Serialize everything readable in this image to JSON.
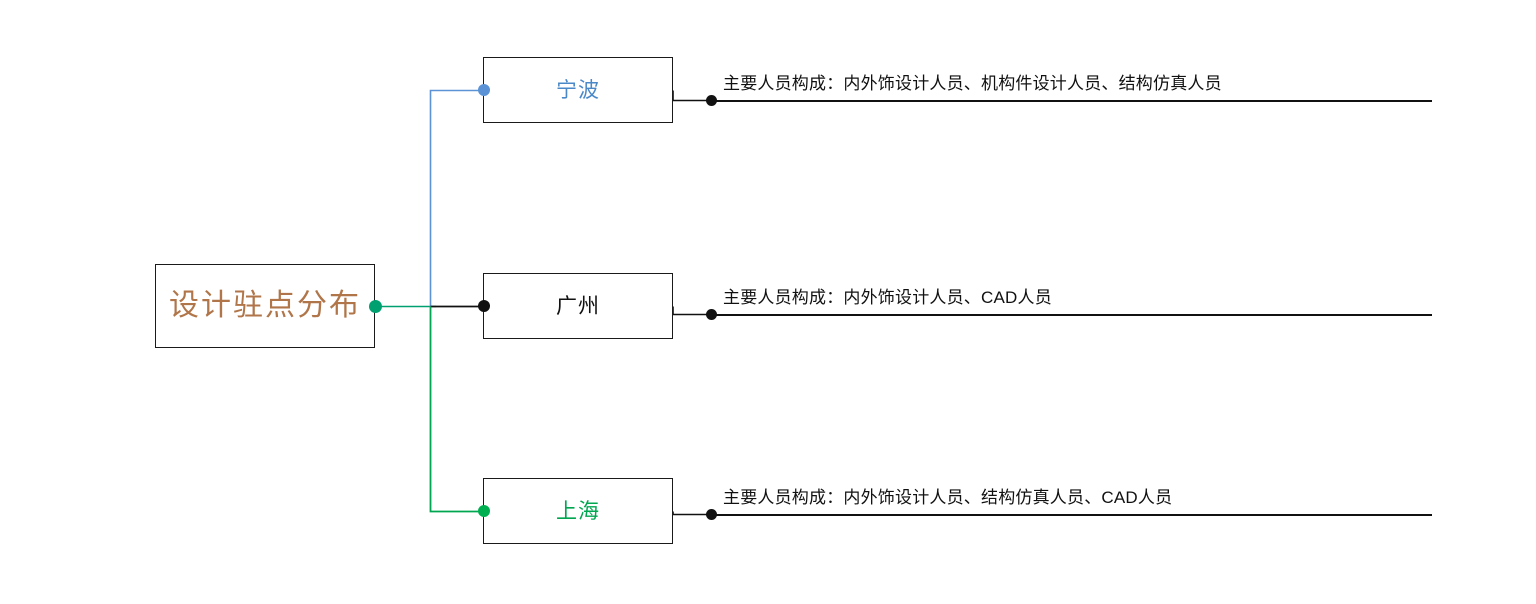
{
  "diagram": {
    "type": "mindmap",
    "title": "设计驻点分布",
    "root": {
      "label": "设计驻点分布",
      "text_color": "#b0764a",
      "border_color": "#1a1a1a",
      "connector_dot_color": "#00a070"
    },
    "branches": [
      {
        "label": "宁波",
        "text_color": "#4a88c8",
        "connector_color": "#5b93d6",
        "dot_color": "#5b93d6",
        "leaf": "主要人员构成：内外饰设计人员、机构件设计人员、结构仿真人员"
      },
      {
        "label": "广州",
        "text_color": "#111111",
        "connector_color": "#111111",
        "dot_color": "#111111",
        "leaf": "主要人员构成：内外饰设计人员、CAD人员"
      },
      {
        "label": "上海",
        "text_color": "#00a650",
        "connector_color": "#00a650",
        "dot_color": "#00b050",
        "leaf": "主要人员构成：内外饰设计人员、结构仿真人员、CAD人员"
      }
    ]
  }
}
